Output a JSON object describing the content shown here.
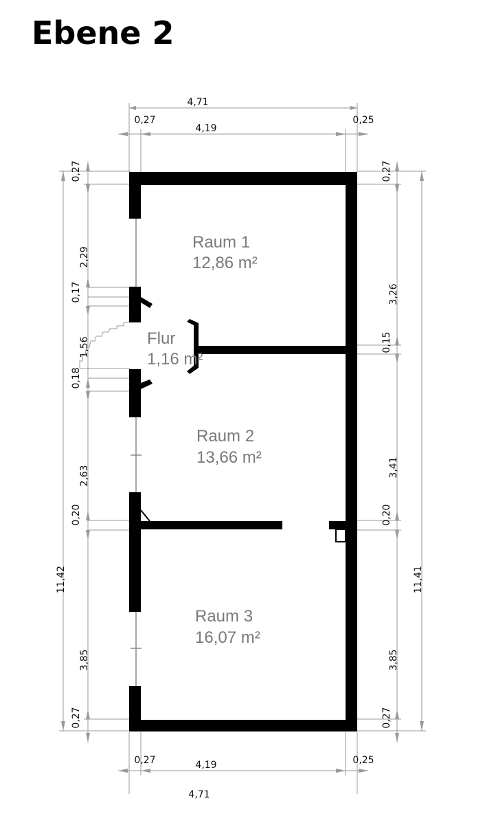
{
  "title": "Ebene 2",
  "rooms": [
    {
      "name": "Raum 1",
      "area": "12,86 m²"
    },
    {
      "name": "Flur",
      "area": "1,16 m²"
    },
    {
      "name": "Raum 2",
      "area": "13,66 m²"
    },
    {
      "name": "Raum 3",
      "area": "16,07 m²"
    }
  ],
  "dimensions": {
    "top_total": "4,71",
    "top_left_wall": "0,27",
    "top_inner": "4,19",
    "top_right_wall": "0,25",
    "bottom_left_wall": "0,27",
    "bottom_inner": "4,19",
    "bottom_right_wall": "0,25",
    "bottom_total": "4,71",
    "left_total": "11,42",
    "left_segments": [
      "0,27",
      "2,29",
      "0,17",
      "1,56",
      "0,18",
      "2,63",
      "0,20",
      "3,85",
      "0,27"
    ],
    "right_total": "11,41",
    "right_segments": [
      "0,27",
      "3,26",
      "0,15",
      "3,41",
      "0,20",
      "3,85",
      "0,27"
    ]
  },
  "colors": {
    "wall": "#000000",
    "dimension_line": "#999999",
    "room_label": "#7a7a7a"
  }
}
